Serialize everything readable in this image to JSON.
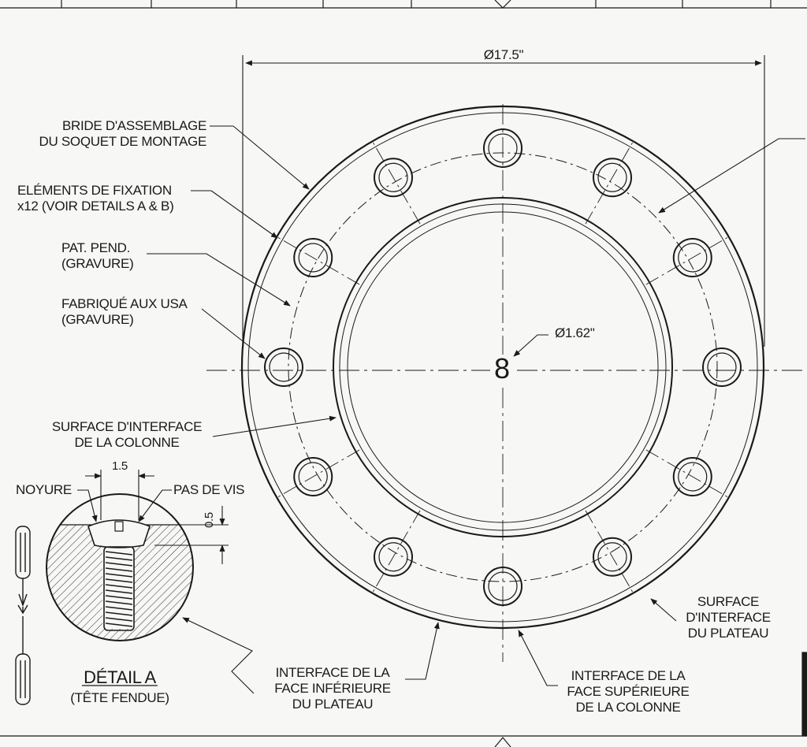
{
  "dimensions": {
    "flange_diameter": "Ø17.5\"",
    "center_hole_diameter": "Ø1.62\"",
    "center_number": "8"
  },
  "callouts": {
    "flange": "BRIDE D'ASSEMBLAGE\nDU SOQUET DE MONTAGE",
    "fasteners": "ELÉMENTS DE FIXATION\nx12 (VOIR DETAILS A & B)",
    "pat_pend": "PAT. PEND.\n(GRAVURE)",
    "made_in_usa": "FABRIQUÉ AUX USA\n(GRAVURE)",
    "column_interface": "SURFACE D'INTERFACE\nDE LA COLONNE",
    "plate_interface": "SURFACE\nD'INTERFACE\nDU PLATEAU",
    "plate_bottom_face": "INTERFACE DE LA\nFACE INFÉRIEURE\nDU PLATEAU",
    "column_top_face": "INTERFACE DE LA\nFACE SUPÉRIEURE\nDE LA COLONNE"
  },
  "detail": {
    "countersink": "NOYURE",
    "thread": "PAS DE VIS",
    "width_dim": "1.5",
    "depth_dim": "0.5",
    "title": "DÉTAIL A",
    "subtitle": "(TÊTE FENDUE)"
  },
  "icons": [
    "screwdriver-icon",
    "arrow-down-icon"
  ]
}
